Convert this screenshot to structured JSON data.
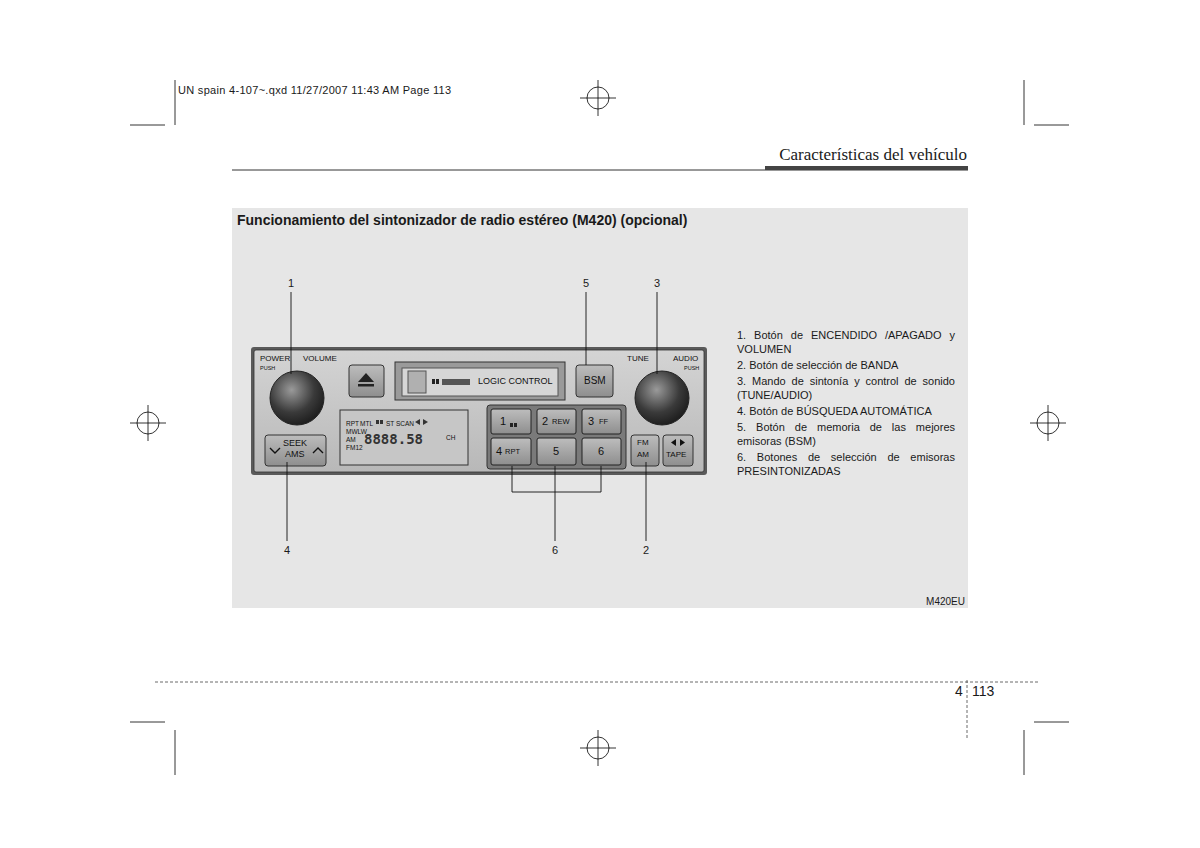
{
  "diagram": {
    "title": "Funcionamiento del sintonizador de radio estéreo (M420) (opcional)",
    "nodes": [
      {
        "text": [
          "POWER",
          "PUSH",
          "VOLUME",
          "TUNE",
          "AUDIO",
          "PUSH"
        ]
      },
      {
        "text": [
          "LOGIC CONTROL"
        ],
        "in": 0
      },
      {
        "text": [
          "BSM"
        ],
        "in": 0
      },
      {
        "text": [
          "SEEK",
          "AMS"
        ],
        "in": 0
      },
      {
        "text": [
          "RPT",
          "MTL",
          "ST",
          "SCAN",
          "MWLW",
          "AM",
          "FM12",
          "8888.58",
          "CH"
        ],
        "in": 0
      },
      {
        "text": [
          "1"
        ],
        "in": 0
      },
      {
        "text": [
          "2",
          "REW"
        ],
        "in": 0
      },
      {
        "text": [
          "3",
          "FF"
        ],
        "in": 0
      },
      {
        "text": [
          "4",
          "RPT"
        ],
        "in": 0
      },
      {
        "text": [
          "5"
        ],
        "in": 0
      },
      {
        "text": [
          "6"
        ],
        "in": 0
      },
      {
        "text": [
          "FM",
          "AM"
        ],
        "in": 0
      },
      {
        "text": [
          "TAPE"
        ],
        "in": 0
      }
    ],
    "labels": [
      "UN spain 4-107~.qxd 11/27/2007 11:43 AM Page 113",
      "Características del vehículo",
      "1",
      "5",
      "3",
      "4",
      "6",
      "2",
      "1. Botón de ENCENDIDO /APAGADO y VOLUMEN",
      "2. Botón de selección de BANDA",
      "3. Mando de sintonía y control de sonido (TUNE/AUDIO)",
      "4. Botón de BÚSQUEDA AUTOMÁTICA",
      "5. Botón de memoria de las mejores emisoras (BSM)",
      "6. Botones de selección de emisoras PRESINTONIZADAS",
      "M420EU",
      "4",
      "113"
    ]
  }
}
